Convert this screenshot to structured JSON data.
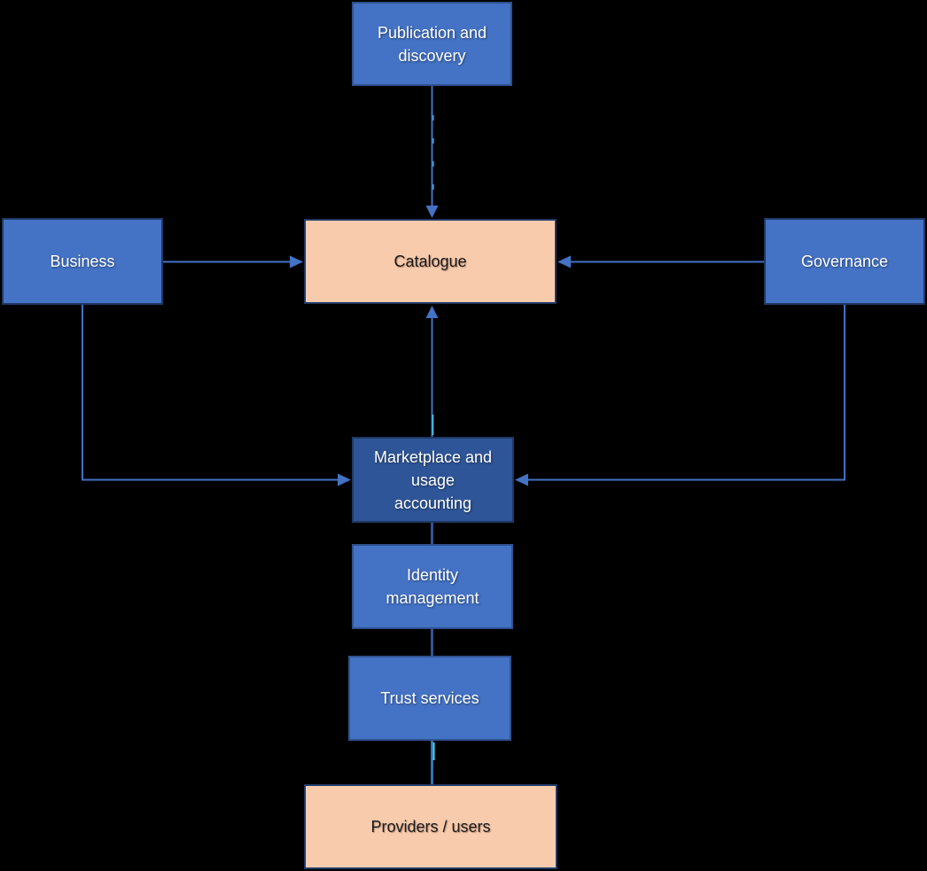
{
  "diagram": {
    "background_color": "#000000",
    "colors": {
      "node_blue_fill": "#4472C4",
      "node_dark_blue_fill": "#2E5597",
      "node_peach_fill": "#F8CBAD",
      "border_navy": "#1F3864",
      "border_blue": "#2F528F",
      "connector_blue": "#4472C4",
      "connector_dark_blue": "#2E5597",
      "connector_teal": "#3BD6F2",
      "text_white": "#FFFFFF",
      "text_black": "#1A1A1A"
    },
    "nodes": {
      "publication": {
        "label": "Publication and\ndiscovery"
      },
      "business": {
        "label": "Business"
      },
      "catalogue": {
        "label": "Catalogue"
      },
      "governance": {
        "label": "Governance"
      },
      "marketplace": {
        "label": "Marketplace and\nusage\naccounting"
      },
      "identity": {
        "label": "Identity\nmanagement"
      },
      "trust": {
        "label": "Trust services"
      },
      "providers": {
        "label": "Providers / users"
      }
    },
    "connectors": [
      {
        "from": "publication",
        "to": "catalogue",
        "arrow": "to"
      },
      {
        "from": "business",
        "to": "catalogue",
        "arrow": "to"
      },
      {
        "from": "governance",
        "to": "catalogue",
        "arrow": "to"
      },
      {
        "from": "marketplace",
        "to": "catalogue",
        "arrow": "to"
      },
      {
        "from": "business",
        "to": "marketplace",
        "arrow": "to"
      },
      {
        "from": "governance",
        "to": "marketplace",
        "arrow": "to"
      },
      {
        "from": "marketplace",
        "to": "identity",
        "arrow": "none"
      },
      {
        "from": "identity",
        "to": "trust",
        "arrow": "none"
      },
      {
        "from": "trust",
        "to": "providers",
        "arrow": "none"
      }
    ]
  }
}
